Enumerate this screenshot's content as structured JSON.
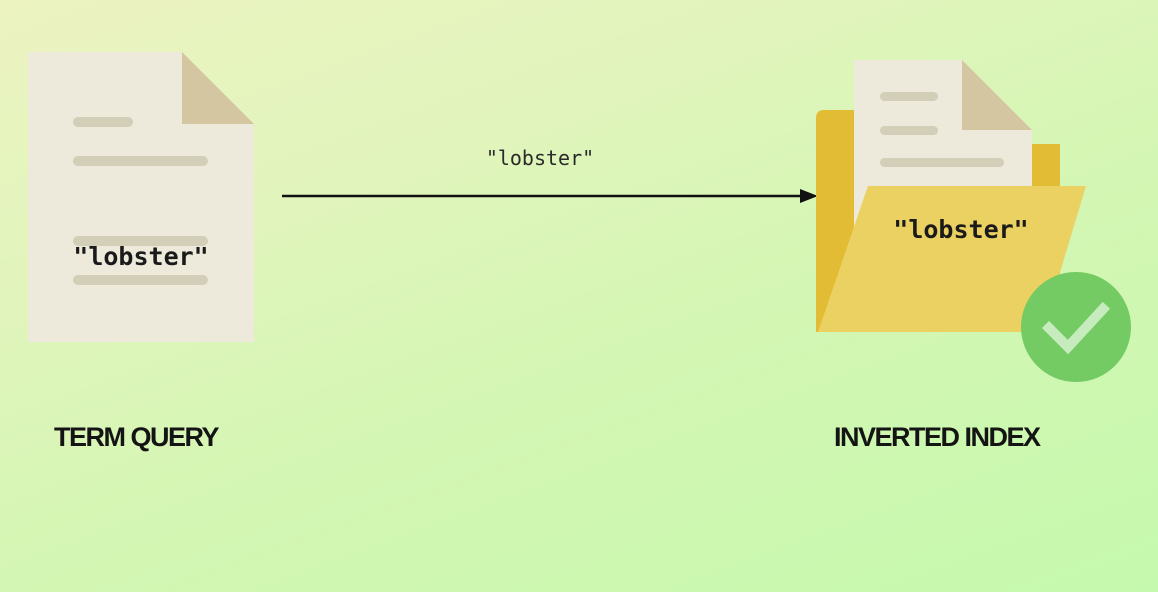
{
  "term_query": {
    "document_term": "\"lobster\"",
    "caption": "TERM QUERY"
  },
  "arrow": {
    "label": "\"lobster\""
  },
  "inverted_index": {
    "folder_term": "\"lobster\"",
    "caption": "INVERTED INDEX",
    "match_icon": "check-icon"
  },
  "colors": {
    "paper": "#ede9db",
    "paper_fold": "#d3c6a0",
    "paper_lines": "#d2ceb8",
    "folder_back": "#e2bc35",
    "folder_front": "#ebd062",
    "check_circle": "#74cb63"
  }
}
